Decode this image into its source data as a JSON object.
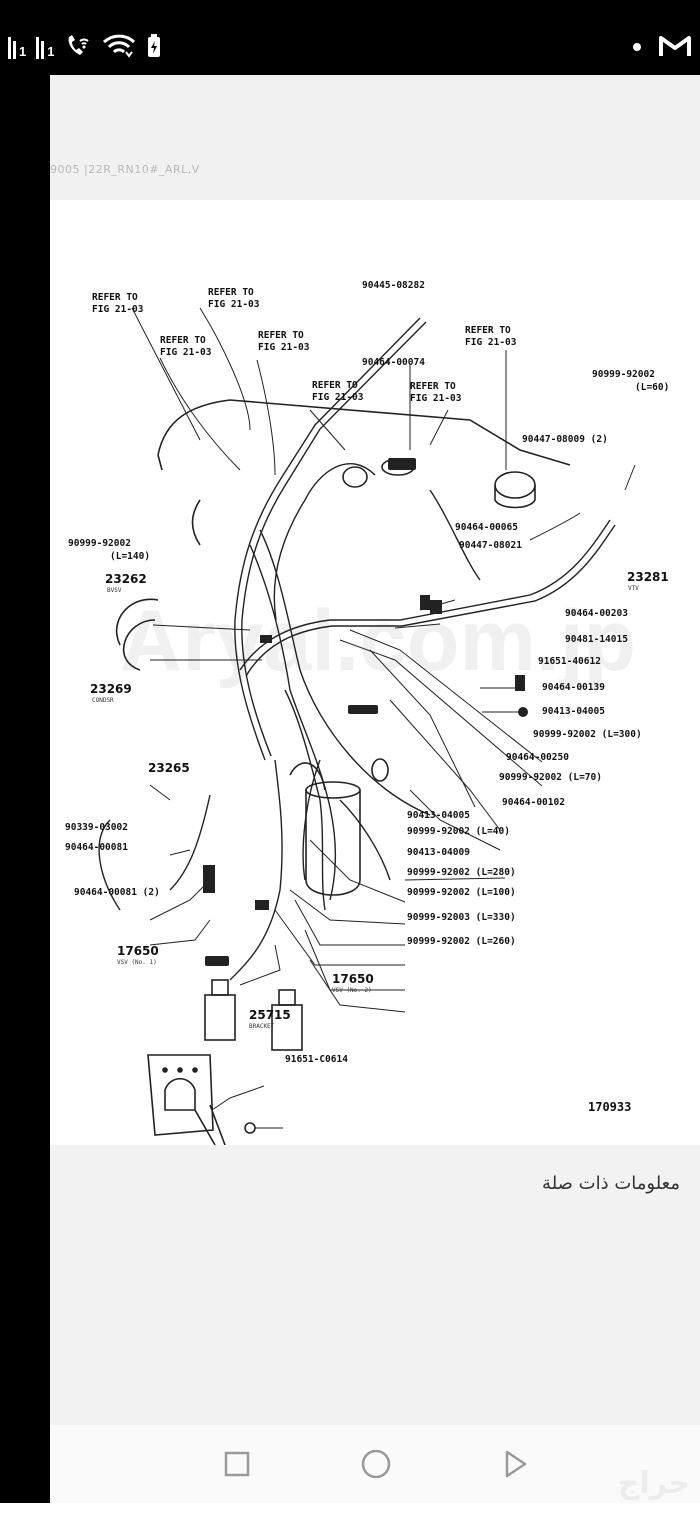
{
  "status_bar": {
    "signal_1": "1",
    "signal_2": "1",
    "icons": [
      "signal-icon",
      "signal-icon",
      "wifi-calling-icon",
      "wifi-icon",
      "battery-icon",
      "notification-dot-icon",
      "gmail-icon"
    ]
  },
  "document": {
    "header_id": "9005 |22R_RN10#_ARL,V",
    "watermark": "Aryal.com.jp",
    "figure_number": "170933",
    "refer_labels": [
      {
        "l1": "REFER TO",
        "l2": "FIG 21-03"
      },
      {
        "l1": "REFER TO",
        "l2": "FIG 21-03"
      },
      {
        "l1": "REFER TO",
        "l2": "FIG 21-03"
      },
      {
        "l1": "REFER TO",
        "l2": "FIG 21-03"
      },
      {
        "l1": "REFER TO",
        "l2": "FIG 21-03"
      },
      {
        "l1": "REFER TO",
        "l2": "FIG 21-03"
      },
      {
        "l1": "REFER TO",
        "l2": "FIG 21-03"
      }
    ],
    "part_labels": [
      "90445-08282",
      "90464-00074",
      "90999-92002",
      "(L=60)",
      "90447-08009 (2)",
      "90999-92002",
      "(L=140)",
      "90464-00065",
      "90447-08021",
      "23262",
      "23281",
      "90464-00203",
      "90481-14015",
      "91651-40612",
      "23269",
      "90464-00139",
      "90413-04005",
      "90999-92002 (L=300)",
      "23265",
      "90464-00250",
      "90999-92002 (L=70)",
      "90464-00102",
      "90413-04005",
      "90339-03002",
      "90999-92002 (L=40)",
      "90464-00081",
      "90413-04009",
      "90999-92002 (L=280)",
      "90464-00081 (2)",
      "90999-92002 (L=100)",
      "90999-92003 (L=330)",
      "90999-92002 (L=260)",
      "17650",
      "17650",
      "25715",
      "91651-C0614"
    ],
    "small_labels": [
      "BVSV",
      "VTV",
      "CONDSR",
      "VSV (No. 1)",
      "VSV (No. 2)",
      "BRACKET"
    ]
  },
  "related": {
    "title": "معلومات ذات صلة"
  },
  "navbar": {
    "icons": [
      "back-square-icon",
      "home-circle-icon",
      "recents-triangle-icon"
    ]
  },
  "watermark_logo": "حراج"
}
